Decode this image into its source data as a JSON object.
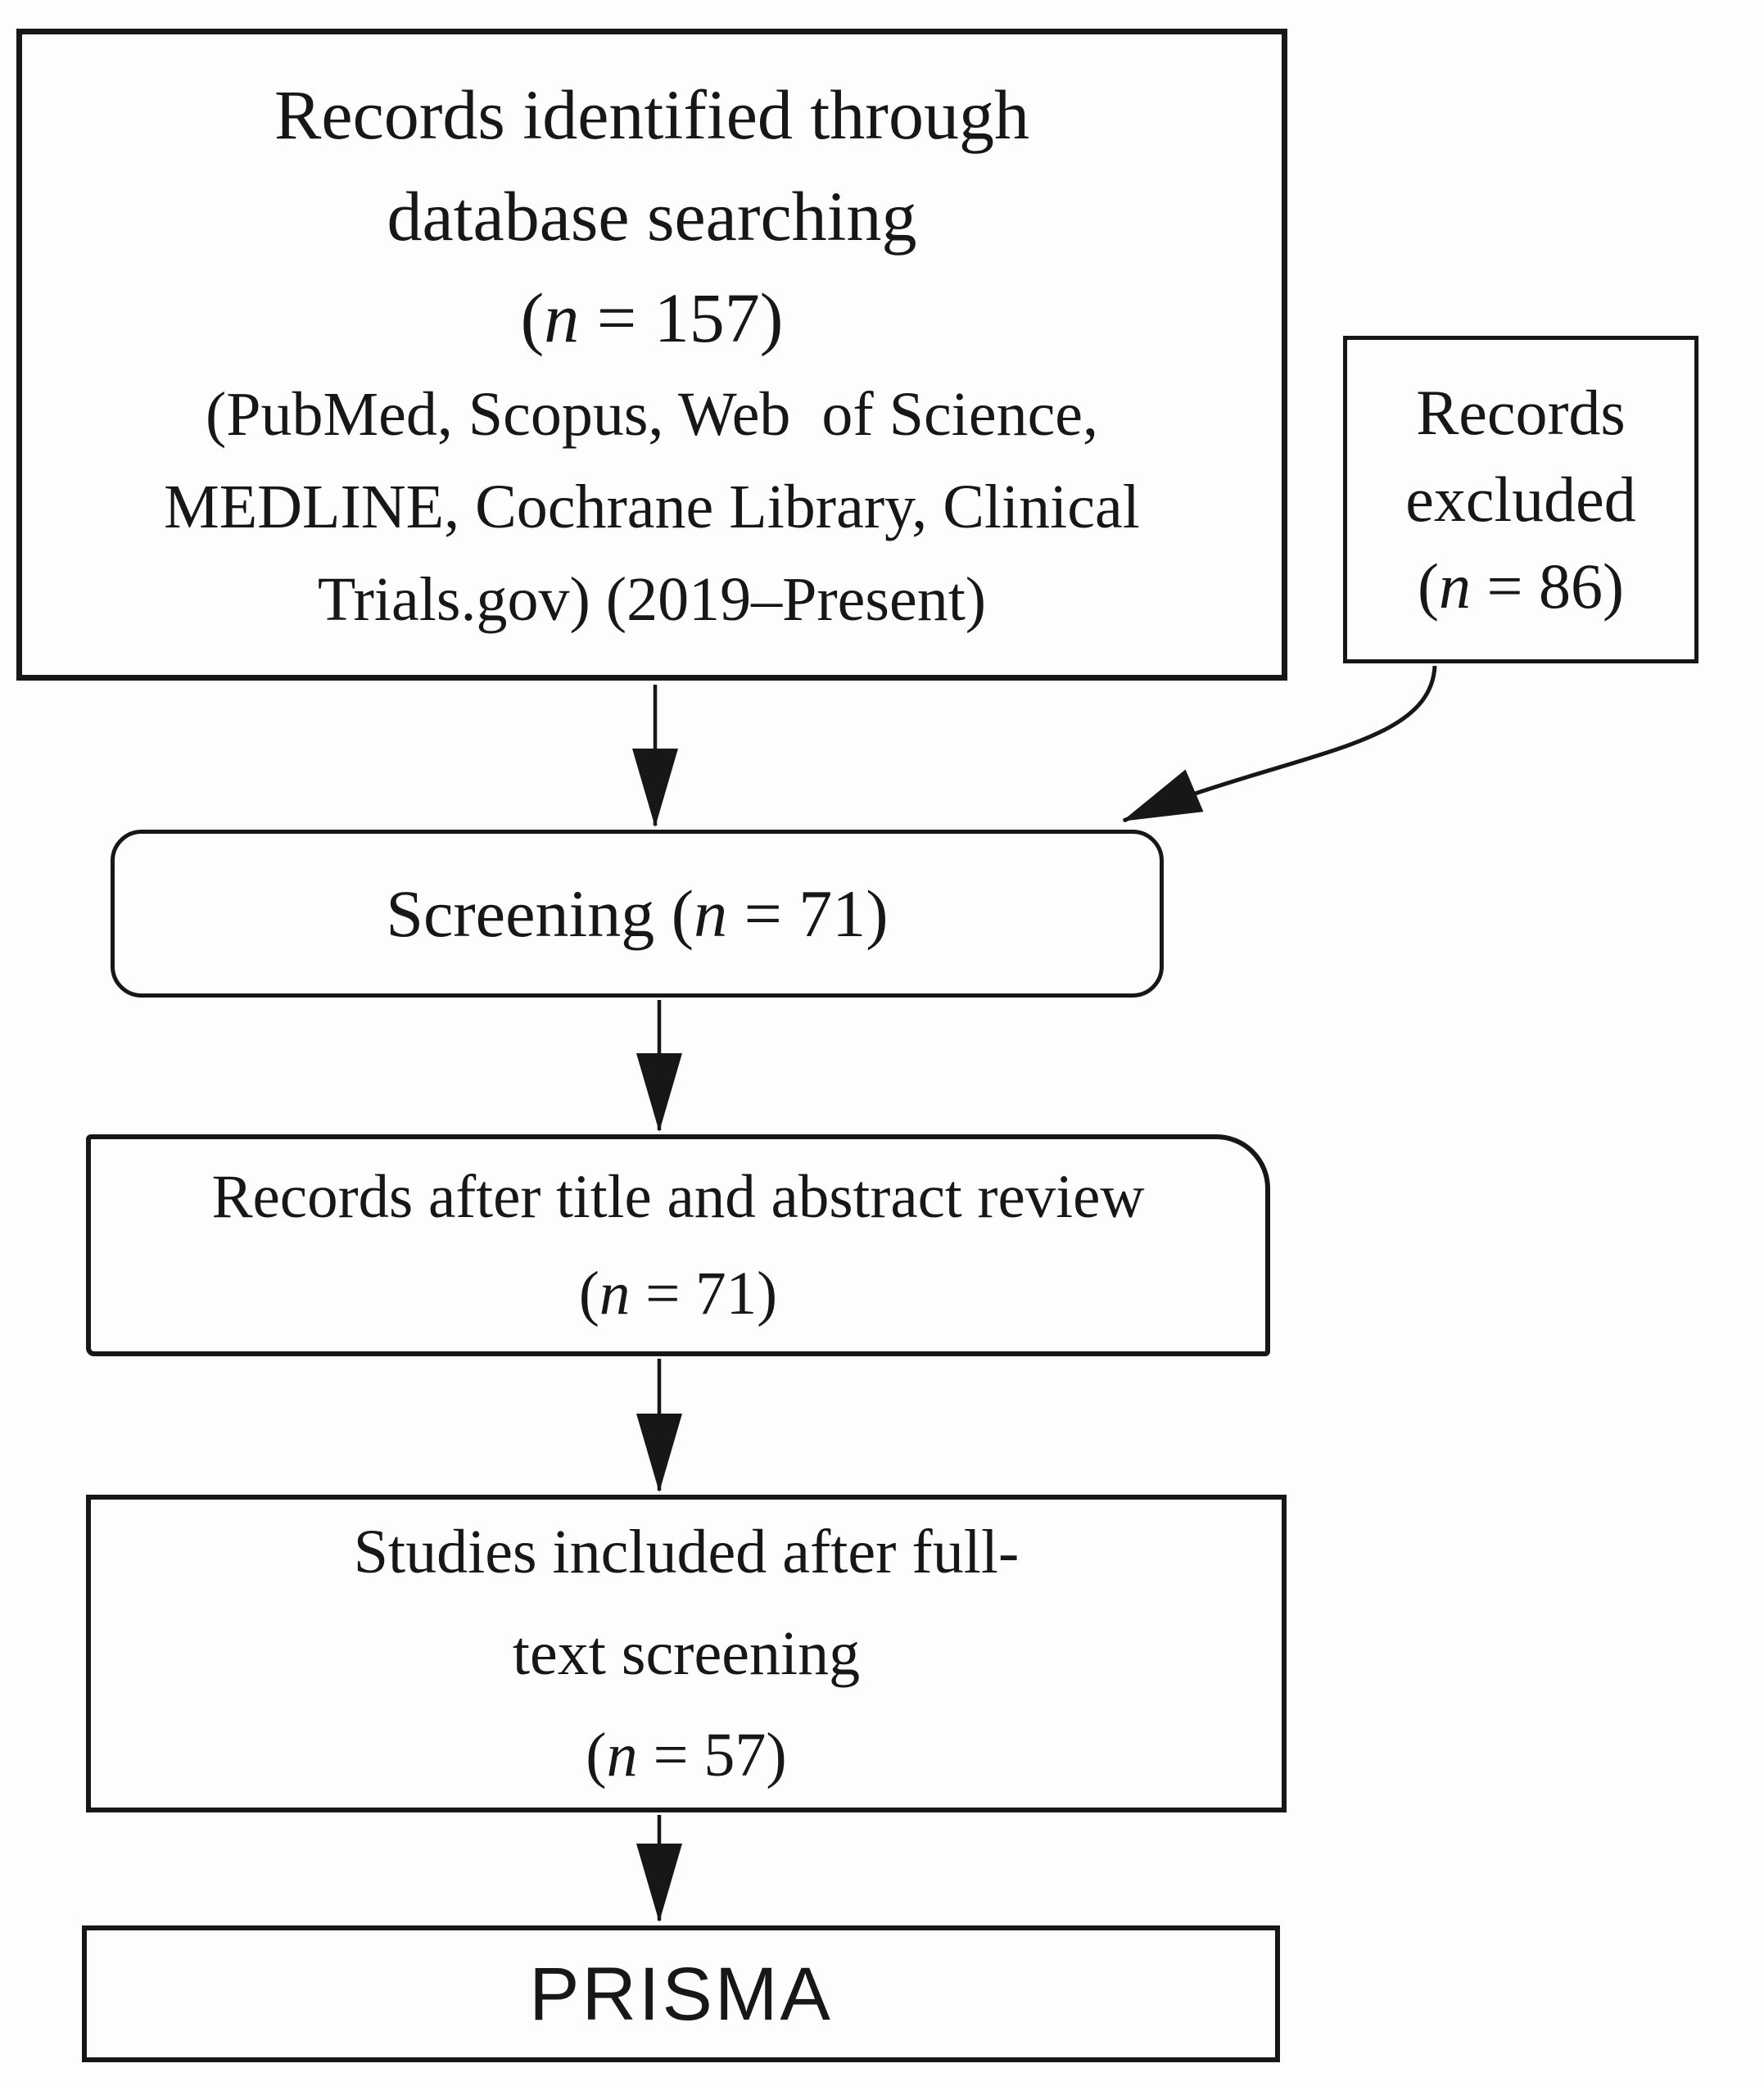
{
  "page": {
    "background": "#fdfdfd",
    "ink": "#171717"
  },
  "nodes": {
    "identification": {
      "lines": [
        "Records identified through",
        "database searching",
        "(n = 157)",
        "(PubMed, Scopus, Web  of Science,",
        "MEDLINE, Cochrane Library, Clinical",
        "Trials.gov) (2019–Present)"
      ]
    },
    "excluded": {
      "lines": [
        "Records",
        "excluded",
        "(n = 86)"
      ]
    },
    "screening": {
      "lines": [
        "Screening (n = 71)"
      ]
    },
    "title_abstract": {
      "lines": [
        "Records after title and abstract review",
        "(n = 71)"
      ]
    },
    "full_text": {
      "lines": [
        "Studies included after full-",
        "text screening",
        "(n = 57)"
      ]
    },
    "prisma": {
      "lines": [
        "PRISMA"
      ]
    }
  }
}
